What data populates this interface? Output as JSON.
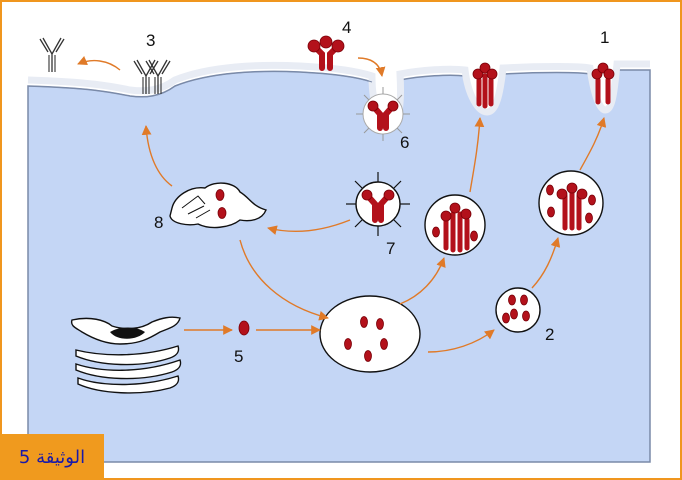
{
  "labels": {
    "n1": "1",
    "n2": "2",
    "n3": "3",
    "n4": "4",
    "n5": "5",
    "n6": "6",
    "n7": "7",
    "n8": "8"
  },
  "document_label": "الوثيقة 5",
  "colors": {
    "frame": "#f0961e",
    "cytoplasm": "#c4d6f5",
    "membrane": "#e8ecf4",
    "protein": "#b3111b",
    "arrow": "#e07a28",
    "label_bg": "#f09a1e",
    "label_text": "#1a1aa8"
  }
}
